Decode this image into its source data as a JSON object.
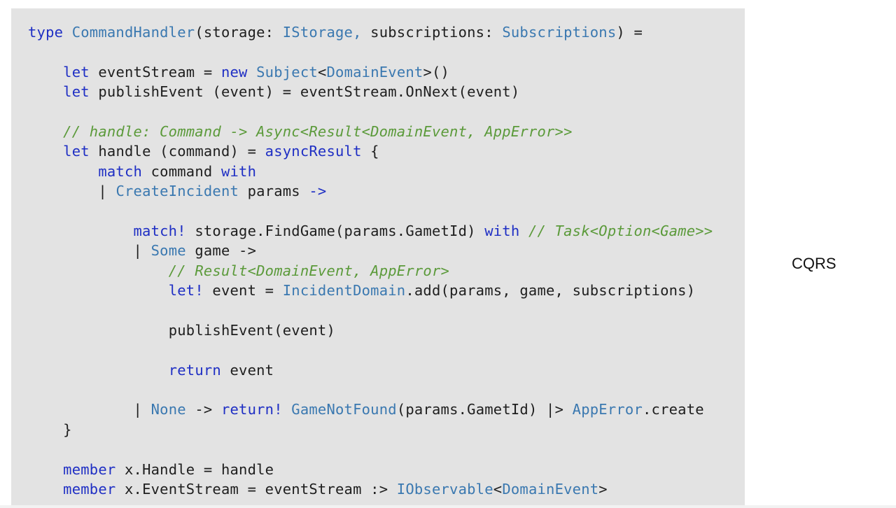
{
  "side_label": "CQRS",
  "colors": {
    "panel_background": "#e3e3e3",
    "keyword": "#1f2fc4",
    "type_name": "#3a78b0",
    "comment": "#5b9a3a",
    "plain_text": "#1e1e1e"
  },
  "code_lines": [
    {
      "indent": 0,
      "tokens": [
        {
          "k": "kw",
          "t": "type"
        },
        {
          "k": "plain",
          "t": " "
        },
        {
          "k": "type",
          "t": "CommandHandler"
        },
        {
          "k": "plain",
          "t": "(storage: "
        },
        {
          "k": "type",
          "t": "IStorage,"
        },
        {
          "k": "plain",
          "t": " subscriptions: "
        },
        {
          "k": "type",
          "t": "Subscriptions"
        },
        {
          "k": "plain",
          "t": ") ="
        }
      ]
    },
    {
      "indent": 0,
      "tokens": []
    },
    {
      "indent": 4,
      "tokens": [
        {
          "k": "kw",
          "t": "let"
        },
        {
          "k": "plain",
          "t": " eventStream = "
        },
        {
          "k": "kw",
          "t": "new"
        },
        {
          "k": "plain",
          "t": " "
        },
        {
          "k": "type",
          "t": "Subject"
        },
        {
          "k": "plain",
          "t": "<"
        },
        {
          "k": "type",
          "t": "DomainEvent"
        },
        {
          "k": "plain",
          "t": ">()"
        }
      ]
    },
    {
      "indent": 4,
      "tokens": [
        {
          "k": "kw",
          "t": "let"
        },
        {
          "k": "plain",
          "t": " publishEvent (event) = eventStream.OnNext(event)"
        }
      ]
    },
    {
      "indent": 0,
      "tokens": []
    },
    {
      "indent": 4,
      "tokens": [
        {
          "k": "cm",
          "t": "// handle: Command -> Async<Result<DomainEvent, AppError>>"
        }
      ]
    },
    {
      "indent": 4,
      "tokens": [
        {
          "k": "kw",
          "t": "let"
        },
        {
          "k": "plain",
          "t": " handle (command) = "
        },
        {
          "k": "kw",
          "t": "asyncResult"
        },
        {
          "k": "plain",
          "t": " {"
        }
      ]
    },
    {
      "indent": 8,
      "tokens": [
        {
          "k": "kw",
          "t": "match"
        },
        {
          "k": "plain",
          "t": " command "
        },
        {
          "k": "kw",
          "t": "with"
        }
      ]
    },
    {
      "indent": 8,
      "tokens": [
        {
          "k": "plain",
          "t": "| "
        },
        {
          "k": "type",
          "t": "CreateIncident"
        },
        {
          "k": "plain",
          "t": " params "
        },
        {
          "k": "kw",
          "t": "->"
        }
      ]
    },
    {
      "indent": 0,
      "tokens": []
    },
    {
      "indent": 12,
      "tokens": [
        {
          "k": "kw",
          "t": "match!"
        },
        {
          "k": "plain",
          "t": " storage.FindGame(params.GametId) "
        },
        {
          "k": "kw",
          "t": "with"
        },
        {
          "k": "plain",
          "t": " "
        },
        {
          "k": "cm",
          "t": "// Task<Option<Game>>"
        }
      ]
    },
    {
      "indent": 12,
      "tokens": [
        {
          "k": "plain",
          "t": "| "
        },
        {
          "k": "type",
          "t": "Some"
        },
        {
          "k": "plain",
          "t": " game ->"
        }
      ]
    },
    {
      "indent": 16,
      "tokens": [
        {
          "k": "cm",
          "t": "// Result<DomainEvent, AppError>"
        }
      ]
    },
    {
      "indent": 16,
      "tokens": [
        {
          "k": "kw",
          "t": "let!"
        },
        {
          "k": "plain",
          "t": " event = "
        },
        {
          "k": "type",
          "t": "IncidentDomain"
        },
        {
          "k": "plain",
          "t": ".add(params, game, subscriptions)"
        }
      ]
    },
    {
      "indent": 0,
      "tokens": []
    },
    {
      "indent": 16,
      "tokens": [
        {
          "k": "plain",
          "t": "publishEvent(event)"
        }
      ]
    },
    {
      "indent": 0,
      "tokens": []
    },
    {
      "indent": 16,
      "tokens": [
        {
          "k": "kw",
          "t": "return"
        },
        {
          "k": "plain",
          "t": " event"
        }
      ]
    },
    {
      "indent": 0,
      "tokens": []
    },
    {
      "indent": 12,
      "tokens": [
        {
          "k": "plain",
          "t": "| "
        },
        {
          "k": "type",
          "t": "None"
        },
        {
          "k": "plain",
          "t": " -> "
        },
        {
          "k": "kw",
          "t": "return!"
        },
        {
          "k": "plain",
          "t": " "
        },
        {
          "k": "type",
          "t": "GameNotFound"
        },
        {
          "k": "plain",
          "t": "(params.GametId) |> "
        },
        {
          "k": "type",
          "t": "AppError"
        },
        {
          "k": "plain",
          "t": ".create"
        }
      ]
    },
    {
      "indent": 4,
      "tokens": [
        {
          "k": "plain",
          "t": "}"
        }
      ]
    },
    {
      "indent": 0,
      "tokens": []
    },
    {
      "indent": 4,
      "tokens": [
        {
          "k": "kw",
          "t": "member"
        },
        {
          "k": "plain",
          "t": " x.Handle = handle"
        }
      ]
    },
    {
      "indent": 4,
      "tokens": [
        {
          "k": "kw",
          "t": "member"
        },
        {
          "k": "plain",
          "t": " x.EventStream = eventStream :> "
        },
        {
          "k": "type",
          "t": "IObservable"
        },
        {
          "k": "plain",
          "t": "<"
        },
        {
          "k": "type",
          "t": "DomainEvent"
        },
        {
          "k": "plain",
          "t": ">"
        }
      ]
    }
  ]
}
